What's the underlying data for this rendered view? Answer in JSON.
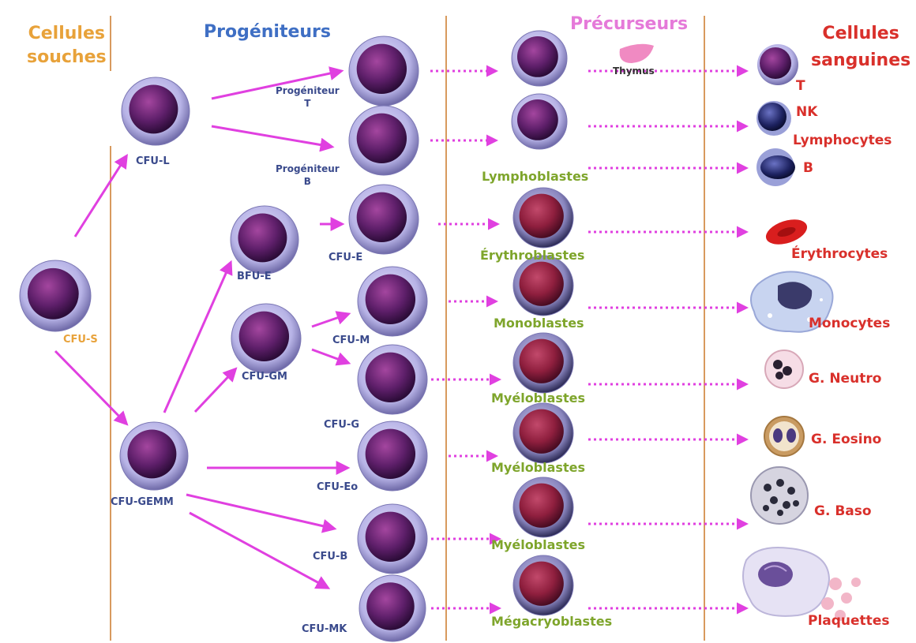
{
  "headers": {
    "stem": "Cellules\nsouches",
    "progenitors": "Progéniteurs",
    "precursors": "Précurseurs",
    "blood": "Cellules\nsanguines"
  },
  "nodes": {
    "cfu_s": "CFU-S",
    "cfu_l": "CFU-L",
    "cfu_gemm": "CFU-GEMM",
    "bfu_e": "BFU-E",
    "cfu_gm": "CFU-GM",
    "prog_t": "Progéniteur\nT",
    "prog_b": "Progéniteur\nB",
    "cfu_e": "CFU-E",
    "cfu_m": "CFU-M",
    "cfu_g": "CFU-G",
    "cfu_eo": "CFU-Eo",
    "cfu_b": "CFU-B",
    "cfu_mk": "CFU-MK"
  },
  "precursors": {
    "thymus": "Thymus",
    "lymphoblastes": "Lymphoblastes",
    "erythroblastes": "Érythroblastes",
    "monoblastes": "Monoblastes",
    "myeloblastes_1": "Myéloblastes",
    "myeloblastes_2": "Myéloblastes",
    "myeloblastes_3": "Myéloblastes",
    "megacaryoblastes": "Mégacryoblastes"
  },
  "blood_cells": {
    "t": "T",
    "nk": "NK",
    "lymphocytes": "Lymphocytes",
    "b": "B",
    "erythrocytes": "Érythrocytes",
    "monocytes": "Monocytes",
    "neutro": "G. Neutro",
    "eosino": "G. Eosino",
    "baso": "G. Baso",
    "plaquettes": "Plaquettes"
  },
  "colors": {
    "divider": "#d89a5e",
    "arrow": "#e040e0",
    "cell_outer": "#b7b3e6",
    "cell_nucleus": "#5e1f6a",
    "precursor_nucleus": "#8f1f3e",
    "red_cell": "#d91e1e"
  }
}
